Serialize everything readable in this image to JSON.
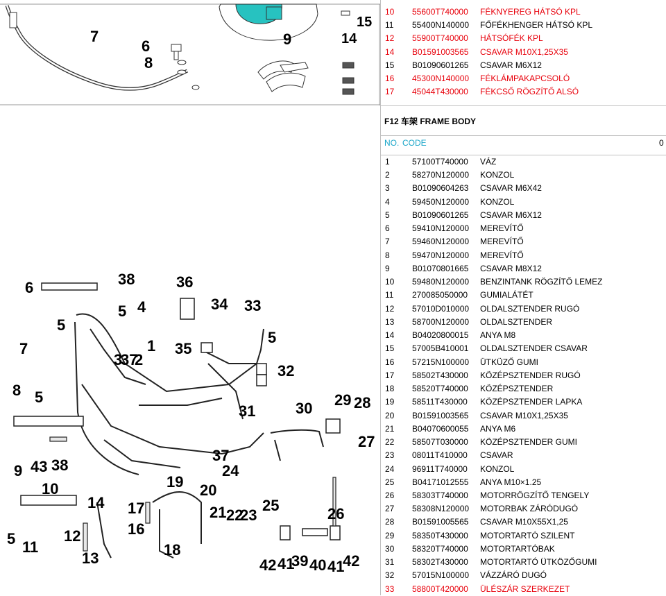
{
  "top_parts": [
    {
      "no": "10",
      "code": "55600T740000",
      "desc": "FÉKNYEREG HÁTSÓ KPL",
      "red": true
    },
    {
      "no": "11",
      "code": "55400N140000",
      "desc": "FŐFÉKHENGER HÁTSÓ KPL",
      "red": false
    },
    {
      "no": "12",
      "code": "55900T740000",
      "desc": "HÁTSÓFÉK KPL",
      "red": true
    },
    {
      "no": "14",
      "code": "B01591003565",
      "desc": "CSAVAR M10X1,25X35",
      "red": true
    },
    {
      "no": "15",
      "code": "B01090601265",
      "desc": "CSAVAR M6X12",
      "red": false
    },
    {
      "no": "16",
      "code": "45300N140000",
      "desc": "FÉKLÁMPAKAPCSOLÓ",
      "red": true
    },
    {
      "no": "17",
      "code": "45044T430000",
      "desc": "FÉKCSŐ RÖGZÍTŐ ALSÓ",
      "red": true
    }
  ],
  "section": {
    "title": "F12 车架 FRAME BODY",
    "col_no": "NO.",
    "col_code": "CODE",
    "col_extra": "0"
  },
  "frame_parts": [
    {
      "no": "1",
      "code": "57100T740000",
      "desc": "VÁZ",
      "red": false
    },
    {
      "no": "2",
      "code": "58270N120000",
      "desc": "KONZOL",
      "red": false
    },
    {
      "no": "3",
      "code": "B01090604263",
      "desc": "CSAVAR M6X42",
      "red": false
    },
    {
      "no": "4",
      "code": "59450N120000",
      "desc": "KONZOL",
      "red": false
    },
    {
      "no": "5",
      "code": "B01090601265",
      "desc": "CSAVAR M6X12",
      "red": false
    },
    {
      "no": "6",
      "code": "59410N120000",
      "desc": "MEREVÍTŐ",
      "red": false
    },
    {
      "no": "7",
      "code": "59460N120000",
      "desc": "MEREVÍTŐ",
      "red": false
    },
    {
      "no": "8",
      "code": "59470N120000",
      "desc": "MEREVÍTŐ",
      "red": false
    },
    {
      "no": "9",
      "code": "B01070801665",
      "desc": "CSAVAR M8X12",
      "red": false
    },
    {
      "no": "10",
      "code": "59480N120000",
      "desc": "BENZINTANK RÖGZÍTŐ LEMEZ",
      "red": false
    },
    {
      "no": "11",
      "code": "270085050000",
      "desc": "GUMIALÁTÉT",
      "red": false
    },
    {
      "no": "12",
      "code": "57010D010000",
      "desc": "OLDALSZTENDER RUGÓ",
      "red": false
    },
    {
      "no": "13",
      "code": "58700N120000",
      "desc": "OLDALSZTENDER",
      "red": false
    },
    {
      "no": "14",
      "code": "B04020800015",
      "desc": "ANYA M8",
      "red": false
    },
    {
      "no": "15",
      "code": "57005B410001",
      "desc": "OLDALSZTENDER CSAVAR",
      "red": false
    },
    {
      "no": "16",
      "code": "57215N100000",
      "desc": "ÜTKÜZŐ GUMI",
      "red": false
    },
    {
      "no": "17",
      "code": "58502T430000",
      "desc": "KÖZÉPSZTENDER RUGÓ",
      "red": false
    },
    {
      "no": "18",
      "code": "58520T740000",
      "desc": "KÖZÉPSZTENDER",
      "red": false
    },
    {
      "no": "19",
      "code": "58511T430000",
      "desc": "KÖZÉPSZTENDER LAPKA",
      "red": false
    },
    {
      "no": "20",
      "code": "B01591003565",
      "desc": "CSAVAR M10X1,25X35",
      "red": false
    },
    {
      "no": "21",
      "code": "B04070600055",
      "desc": "ANYA M6",
      "red": false
    },
    {
      "no": "22",
      "code": "58507T030000",
      "desc": "KÖZÉPSZTENDER GUMI",
      "red": false
    },
    {
      "no": "23",
      "code": "08011T410000",
      "desc": "CSAVAR",
      "red": false
    },
    {
      "no": "24",
      "code": "96911T740000",
      "desc": "KONZOL",
      "red": false
    },
    {
      "no": "25",
      "code": "B04171012555",
      "desc": "ANYA M10×1.25",
      "red": false
    },
    {
      "no": "26",
      "code": "58303T740000",
      "desc": "MOTORRÖGZÍTŐ TENGELY",
      "red": false
    },
    {
      "no": "27",
      "code": "58308N120000",
      "desc": "MOTORBAK ZÁRÓDUGÓ",
      "red": false
    },
    {
      "no": "28",
      "code": "B01591005565",
      "desc": "CSAVAR M10X55X1,25",
      "red": false
    },
    {
      "no": "29",
      "code": "58350T430000",
      "desc": "MOTORTARTÓ SZILENT",
      "red": false
    },
    {
      "no": "30",
      "code": "58320T740000",
      "desc": "MOTORTARTÓBAK",
      "red": false
    },
    {
      "no": "31",
      "code": "58302T430000",
      "desc": "MOTORTARTÓ ÜTKÖZŐGUMI",
      "red": false
    },
    {
      "no": "32",
      "code": "57015N100000",
      "desc": "VÁZZÁRÓ DUGÓ",
      "red": false
    },
    {
      "no": "33",
      "code": "58800T420000",
      "desc": "ÜLÉSZÁR SZERKEZET",
      "red": true
    }
  ],
  "top_callouts": [
    "7",
    "6",
    "8",
    "9",
    "14",
    "15"
  ],
  "frame_callouts": [
    "1",
    "2",
    "3",
    "4",
    "5",
    "5",
    "5",
    "5",
    "5",
    "6",
    "7",
    "8",
    "9",
    "10",
    "11",
    "12",
    "13",
    "14",
    "16",
    "17",
    "18",
    "19",
    "20",
    "21",
    "22",
    "23",
    "24",
    "25",
    "26",
    "27",
    "28",
    "29",
    "30",
    "31",
    "32",
    "33",
    "34",
    "35",
    "36",
    "37",
    "37",
    "38",
    "38",
    "39",
    "40",
    "41",
    "41",
    "42",
    "42",
    "43"
  ],
  "colors": {
    "red": "#e8000b",
    "header_cyan": "#1aa6c9",
    "caliper_teal": "#27c2c0"
  }
}
